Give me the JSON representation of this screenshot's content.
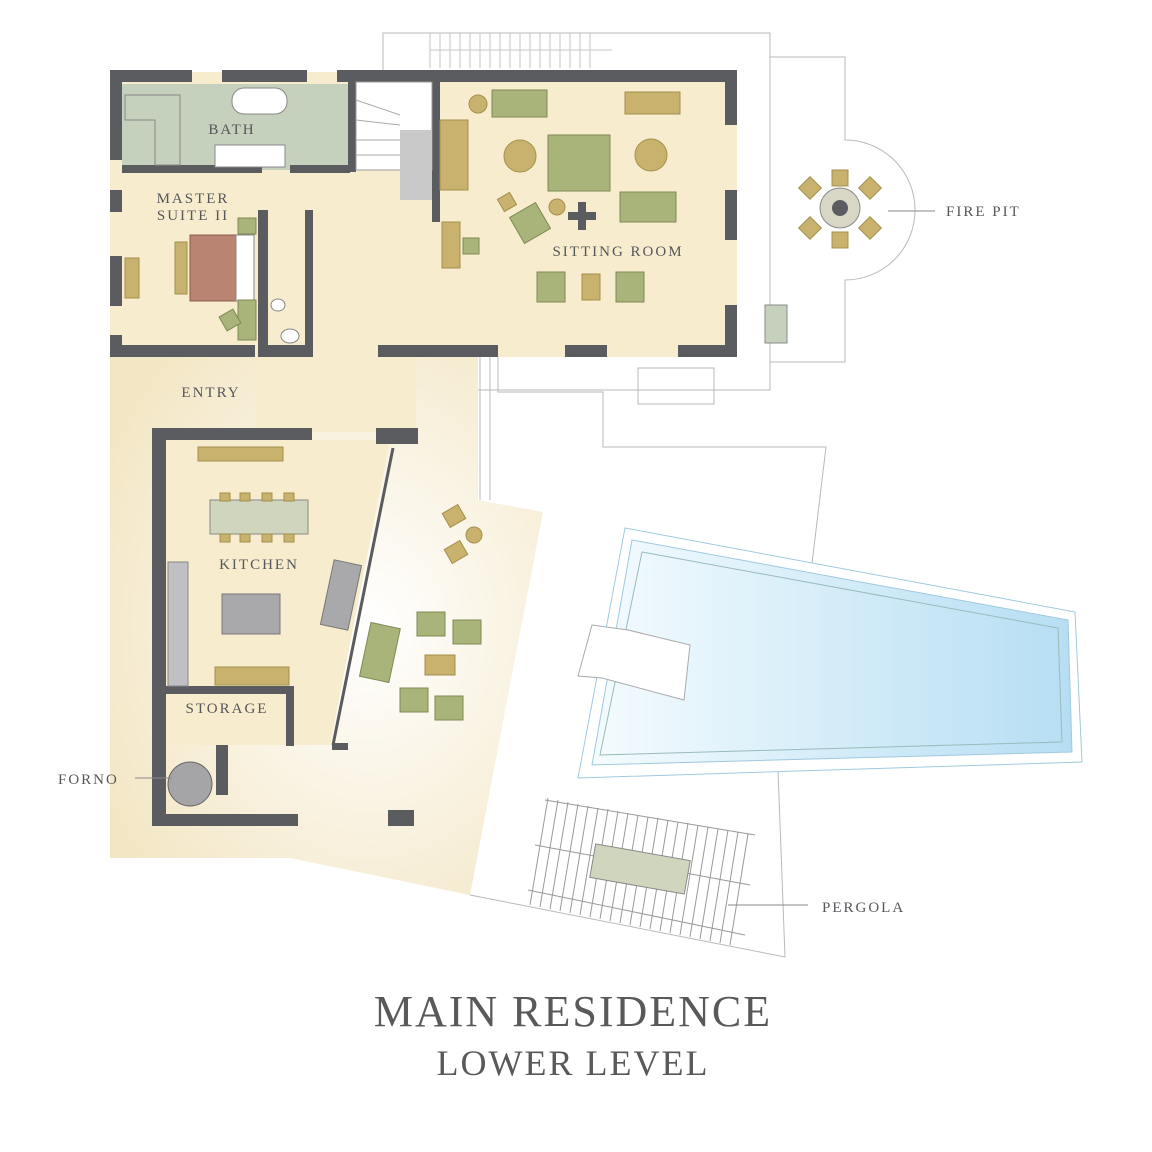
{
  "title": {
    "line1": "MAIN RESIDENCE",
    "line2": "LOWER LEVEL"
  },
  "rooms": {
    "bath": "BATH",
    "master_line1": "MASTER",
    "master_line2": "SUITE II",
    "sitting_room": "SITTING ROOM",
    "entry": "ENTRY",
    "kitchen": "KITCHEN",
    "storage": "STORAGE"
  },
  "callouts": {
    "fire_pit": "FIRE PIT",
    "forno": "FORNO",
    "pergola": "PERGOLA"
  },
  "colors": {
    "wall": "#5a5c5f",
    "floor": "#f7ecce",
    "tile": "#c5d0bd",
    "sofa": "#a9b47a",
    "wood": "#c9b26e",
    "bed": "#b98472",
    "pool": "#bfe3f5"
  }
}
